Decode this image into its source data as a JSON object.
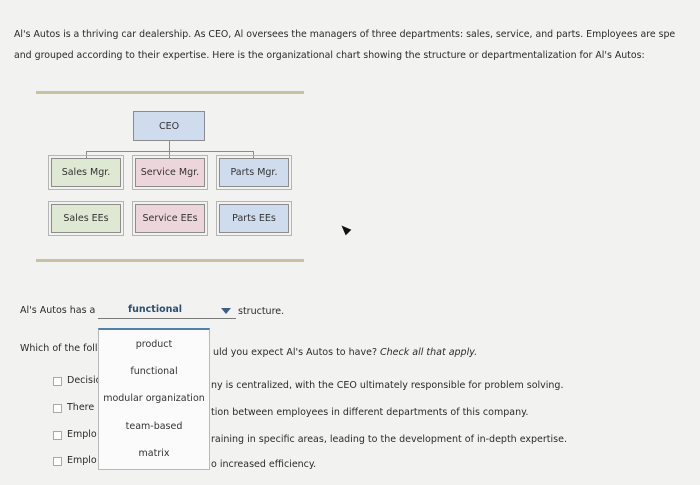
{
  "intro": {
    "line1": "Al's Autos is a thriving car dealership. As CEO, Al oversees the managers of three departments: sales, service, and parts. Employees are spe",
    "line2": "and grouped according to their expertise. Here is the organizational chart showing the structure or departmentalization for Al's Autos:"
  },
  "org": {
    "ceo": "CEO",
    "sales_mgr": "Sales Mgr.",
    "service_mgr": "Service Mgr.",
    "parts_mgr": "Parts Mgr.",
    "sales_ees": "Sales EEs",
    "service_ees": "Service EEs",
    "parts_ees": "Parts EEs"
  },
  "q1": {
    "prefix": "Al's Autos has a",
    "selected": "functional",
    "suffix": "structure."
  },
  "dropdown": {
    "options": [
      "product",
      "functional",
      "modular organization",
      "team-based",
      "matrix"
    ]
  },
  "q2": {
    "prefix": "Which of the foll",
    "suffix": "uld you expect Al's Autos to have?",
    "instruction": "Check all that apply."
  },
  "choices": [
    {
      "left": "Decisio",
      "right": "ny is centralized, with the CEO ultimately responsible for problem solving."
    },
    {
      "left": "There",
      "right": "tion between employees in different departments of this company."
    },
    {
      "left": "Emplo",
      "right": "raining in specific areas, leading to the development of in-depth expertise."
    },
    {
      "left": "Emplo",
      "right": "o increased efficiency."
    }
  ]
}
